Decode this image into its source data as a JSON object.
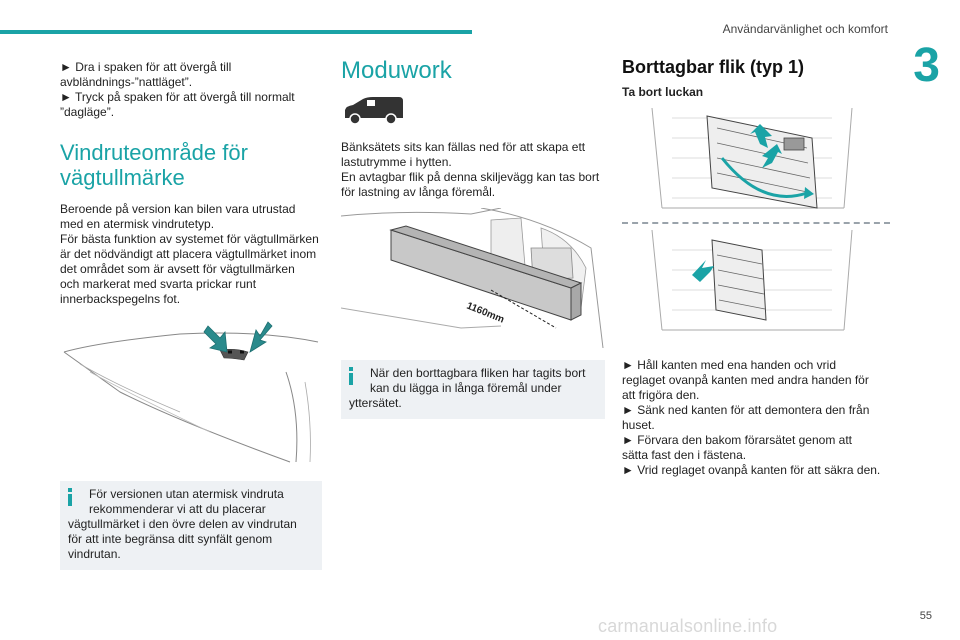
{
  "header": {
    "title": "Användarvänlighet och komfort",
    "chapter": "3",
    "page": "55"
  },
  "watermark": "carmanualsonline.info",
  "colors": {
    "accent": "#1aa3a6",
    "info_bg": "#eef1f4"
  },
  "col1": {
    "intro_line1": "► Dra i spaken för att övergå till",
    "intro_line2": "avbländnings-”nattläget”.",
    "intro_line3": "► Tryck på spaken för att övergå till normalt",
    "intro_line4": "”dagläge”.",
    "heading_line1": "Vindruteområde för",
    "heading_line2": "vägtullmärke",
    "body_line1": "Beroende på version kan bilen vara utrustad",
    "body_line2": "med en atermisk vindrutetyp.",
    "body_line3": "För bästa funktion av systemet för vägtullmärken",
    "body_line4": "är det nödvändigt att placera vägtullmärket inom",
    "body_line5": "det området som är avsett för vägtullmärken",
    "body_line6": "och markerat med svarta prickar runt",
    "body_line7": "innerbackspegelns fot.",
    "figure": "windshield-illustration",
    "info_line1": "För versionen utan atermisk vindruta",
    "info_line2": "rekommenderar vi att du placerar",
    "info_line3": "vägtullmärket i den övre delen av vindrutan",
    "info_line4": "för att inte begränsa ditt synfält genom",
    "info_line5": "vindrutan."
  },
  "col2": {
    "heading": "Moduwork",
    "icon": "van-icon",
    "body_line1": "Bänksätets sits kan fällas ned för att skapa ett",
    "body_line2": "lastutrymme i hytten.",
    "body_line3": "En avtagbar flik på denna skiljevägg kan tas bort",
    "body_line4": "för lastning av långa föremål.",
    "figure_label": "1160mm",
    "info_line1": "När den borttagbara fliken har tagits bort",
    "info_line2": "kan du lägga in långa föremål under",
    "info_line3": "yttersätet."
  },
  "col3": {
    "heading": "Borttagbar flik (typ 1)",
    "subheading": "Ta bort luckan",
    "figure_top": "partition-flap-removal",
    "figure_bottom": "partition-flap-stowed",
    "step1_line1": "► Håll kanten med ena handen och vrid",
    "step1_line2": "reglaget ovanpå kanten med andra handen för",
    "step1_line3": "att frigöra den.",
    "step2_line1": "► Sänk ned kanten för att demontera den från",
    "step2_line2": "huset.",
    "step3_line1": "► Förvara den bakom förarsätet genom att",
    "step3_line2": "sätta fast den i fästena.",
    "step4_line1": "► Vrid reglaget ovanpå kanten för att säkra den."
  }
}
